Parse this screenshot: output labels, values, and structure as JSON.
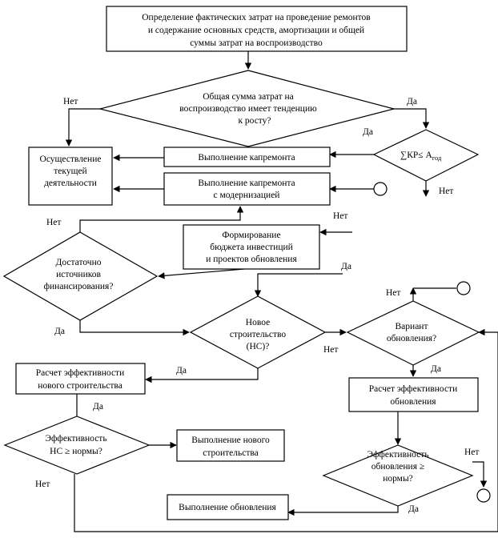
{
  "nodes": {
    "start": [
      "Определение фактических затрат на проведение ремонтов",
      "и содержание основных средств, амортизации и общей",
      "суммы затрат на воспроизводство"
    ],
    "trend_question": [
      "Общая сумма затрат на",
      "воспроизводство имеет тенденцию",
      "к росту?"
    ],
    "current_activity": [
      "Осуществление",
      "текущей",
      "деятельности"
    ],
    "capital_repair": [
      "Выполнение капремонта"
    ],
    "capital_repair_modern": [
      "Выполнение капремонта",
      "с модернизацией"
    ],
    "sum_condition": "∑КР≤ А",
    "sum_condition_sub": "год",
    "budget": [
      "Формирование",
      "бюджета инвестиций",
      "и проектов обновления"
    ],
    "funding_question": [
      "Достаточно",
      "источников",
      "финансирования?"
    ],
    "new_construction_question": [
      "Новое",
      "строительство",
      "(НС)?"
    ],
    "update_option_question": [
      "Вариант",
      "обновления?"
    ],
    "calc_new_efficiency": [
      "Расчет эффективности",
      "нового строительства"
    ],
    "calc_update_efficiency": [
      "Расчет эффективности",
      "обновления"
    ],
    "new_efficiency_question": [
      "Эффективность",
      "НС ≥ нормы?"
    ],
    "do_new_construction": [
      "Выполнение нового",
      "строительства"
    ],
    "update_efficiency_question": [
      "Эффективность",
      "обновления ≥",
      "нормы?"
    ],
    "do_update": [
      "Выполнение обновления"
    ]
  },
  "edge_labels": {
    "yes": "Да",
    "no": "Нет"
  }
}
